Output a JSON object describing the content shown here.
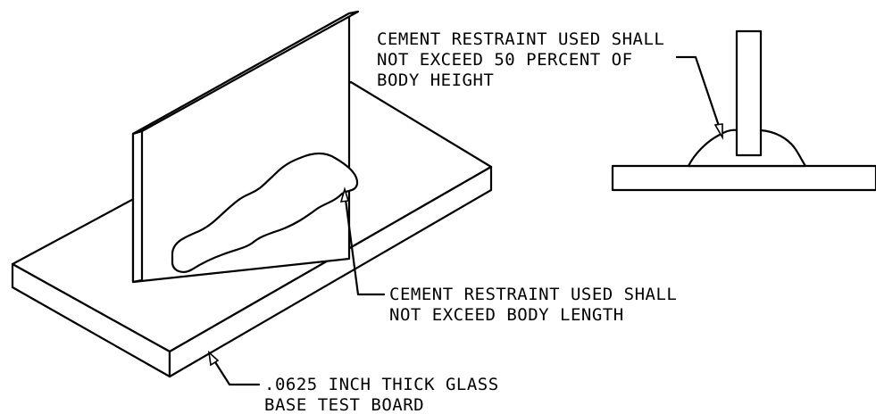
{
  "labels": {
    "restraint_height": {
      "line1": "CEMENT RESTRAINT USED SHALL",
      "line2": "NOT EXCEED 50 PERCENT OF",
      "line3": "BODY HEIGHT"
    },
    "restraint_length": {
      "line1": "CEMENT RESTRAINT USED SHALL",
      "line2": "NOT EXCEED BODY LENGTH"
    },
    "board": {
      "line1": ".0625 INCH THICK GLASS",
      "line2": "BASE TEST BOARD"
    }
  },
  "colors": {
    "ink": "#000000",
    "paper": "#ffffff"
  }
}
